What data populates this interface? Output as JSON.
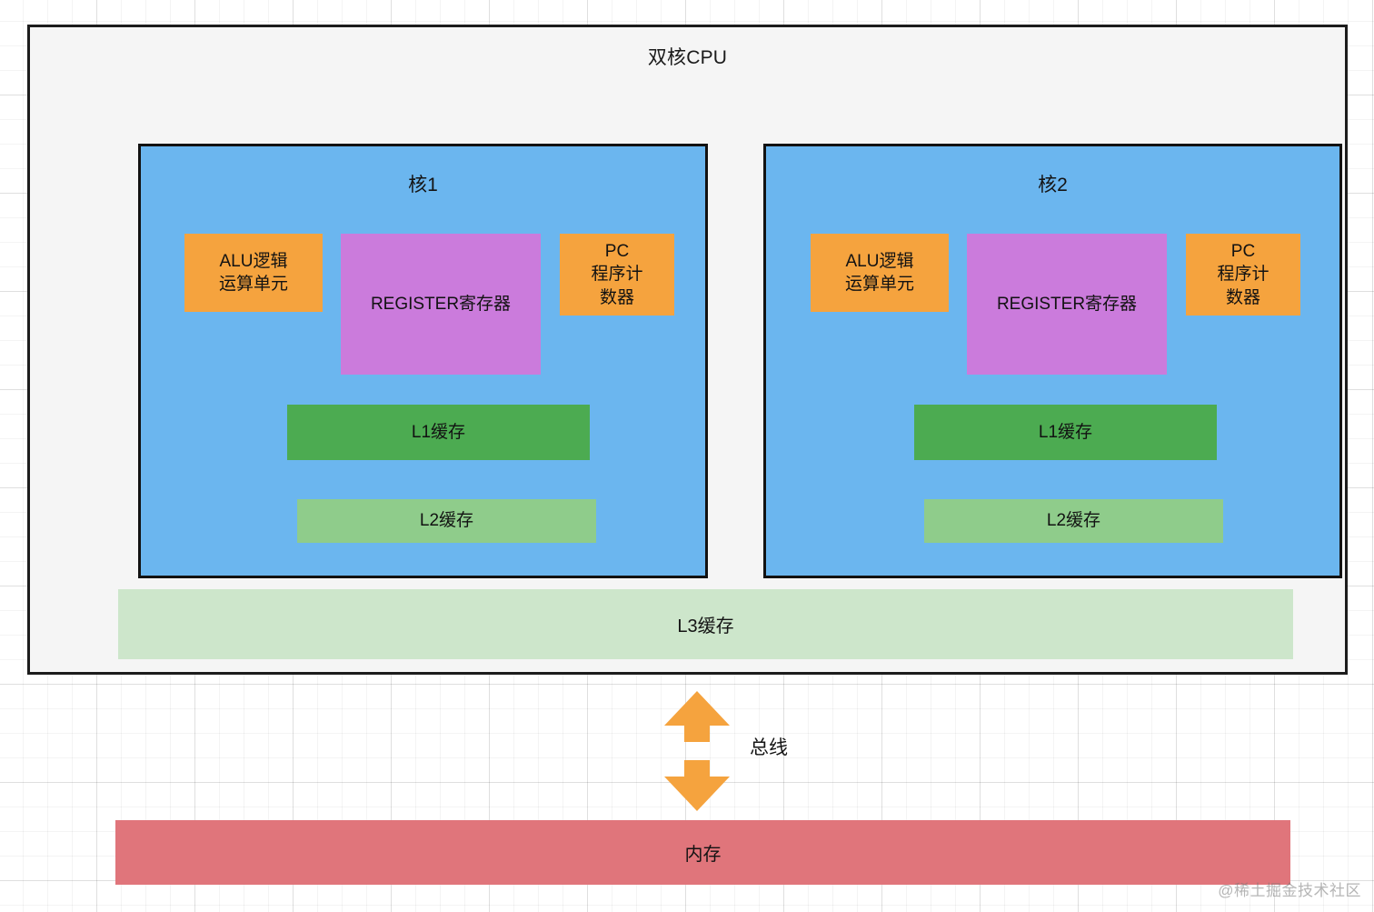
{
  "diagram": {
    "title": "双核CPU",
    "cores": [
      {
        "title": "核1",
        "alu": "ALU逻辑\n运算单元",
        "alu_lines": [
          "ALU逻辑",
          "运算单元"
        ],
        "register": "REGISTER寄存器",
        "pc_lines": [
          "PC",
          "程序计",
          "数器"
        ],
        "l1": "L1缓存",
        "l2": "L2缓存"
      },
      {
        "title": "核2",
        "alu": "ALU逻辑\n运算单元",
        "alu_lines": [
          "ALU逻辑",
          "运算单元"
        ],
        "register": "REGISTER寄存器",
        "pc_lines": [
          "PC",
          "程序计",
          "数器"
        ],
        "l1": "L1缓存",
        "l2": "L2缓存"
      }
    ],
    "l3_cache": "L3缓存",
    "bus_label": "总线",
    "memory": "内存",
    "watermark": "@稀土掘金技术社区"
  },
  "colors": {
    "cpu_fill": "#f5f5f5",
    "cpu_border": "#1c1c1c",
    "core_fill": "#6BB6EF",
    "core_border": "#121212",
    "alu_fill": "#F5A33E",
    "pc_fill": "#F5A33E",
    "register_fill": "#CB7BDC",
    "l1_fill": "#4CAB51",
    "l2_fill": "#8FCC8B",
    "l3_fill": "#CDE6CB",
    "memory_fill": "#E0757B",
    "bus_arrow": "#F5A33E",
    "text": "#131313",
    "grid": "#e8e8e8"
  }
}
